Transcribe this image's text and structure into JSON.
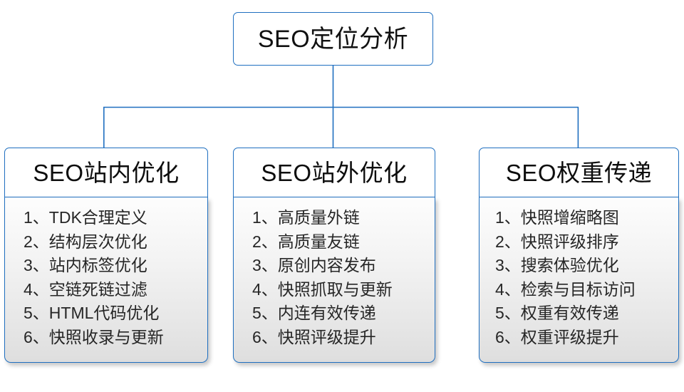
{
  "diagram": {
    "type": "org-tree",
    "root": {
      "label": "SEO定位分析"
    },
    "colors": {
      "border": "#1f6fc0",
      "connector": "#1f6fc0",
      "header_bg": "#ffffff",
      "body_bg_top": "#fdfdfd",
      "body_bg_bottom": "#dedede",
      "text": "#1a1a1a"
    },
    "branches": [
      {
        "header": "SEO站内优化",
        "items": [
          "1、TDK合理定义",
          "2、结构层次优化",
          "3、站内标签优化",
          "4、空链死链过滤",
          "5、HTML代码优化",
          "6、快照收录与更新"
        ]
      },
      {
        "header": "SEO站外优化",
        "items": [
          "1、高质量外链",
          "2、高质量友链",
          "3、原创内容发布",
          "4、快照抓取与更新",
          "5、内连有效传递",
          "6、快照评级提升"
        ]
      },
      {
        "header": "SEO权重传递",
        "items": [
          "1、快照增缩略图",
          "2、快照评级排序",
          "3、搜索体验优化",
          "4、检索与目标访问",
          "5、权重有效传递",
          "6、权重评级提升"
        ]
      }
    ]
  }
}
